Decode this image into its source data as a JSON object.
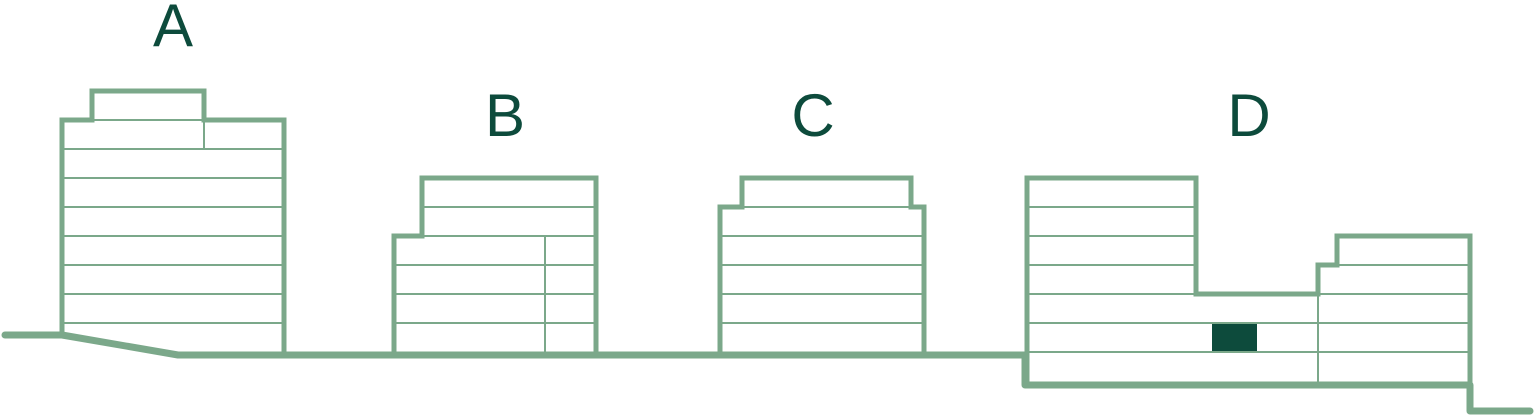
{
  "buildings": [
    {
      "label": "A"
    },
    {
      "label": "B"
    },
    {
      "label": "C"
    },
    {
      "label": "D"
    }
  ],
  "colors": {
    "line": "#7ba88a",
    "label": "#0d4b3c",
    "marker": "#0d4b3c"
  }
}
